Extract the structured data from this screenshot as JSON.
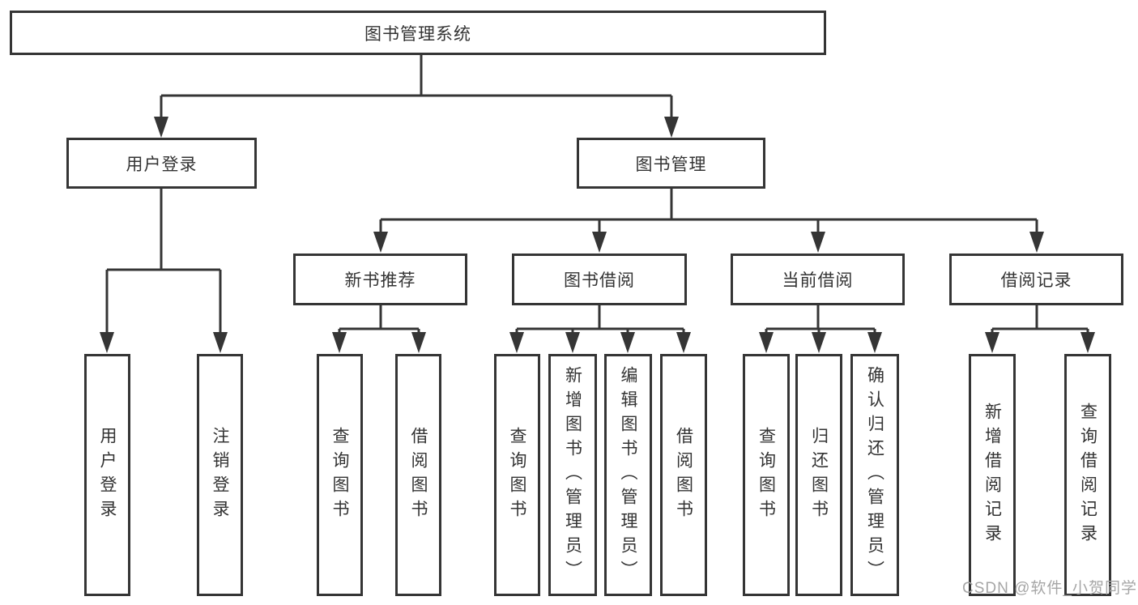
{
  "diagram_type": "hierarchy-tree",
  "nodes": {
    "root": {
      "label": "图书管理系统"
    },
    "user_login": {
      "label": "用户登录"
    },
    "book_mgmt": {
      "label": "图书管理"
    },
    "new_book_rec": {
      "label": "新书推荐"
    },
    "book_borrow": {
      "label": "图书借阅"
    },
    "current_borrow": {
      "label": "当前借阅"
    },
    "borrow_record": {
      "label": "借阅记录"
    },
    "leaves": {
      "login": "用户登录",
      "logout": "注销登录",
      "rec_query": "查询图书",
      "rec_borrow": "借阅图书",
      "bb_query": "查询图书",
      "bb_add": "新增图书（管理员）",
      "bb_edit": "编辑图书（管理员）",
      "bb_borrow": "借阅图书",
      "cb_query": "查询图书",
      "cb_return": "归还图书",
      "cb_confirm": "确认归还（管理员）",
      "br_add": "新增借阅记录",
      "br_query": "查询借阅记录"
    }
  },
  "edges": [
    [
      "root",
      "user_login"
    ],
    [
      "root",
      "book_mgmt"
    ],
    [
      "user_login",
      "login"
    ],
    [
      "user_login",
      "logout"
    ],
    [
      "book_mgmt",
      "new_book_rec"
    ],
    [
      "book_mgmt",
      "book_borrow"
    ],
    [
      "book_mgmt",
      "current_borrow"
    ],
    [
      "book_mgmt",
      "borrow_record"
    ],
    [
      "new_book_rec",
      "rec_query"
    ],
    [
      "new_book_rec",
      "rec_borrow"
    ],
    [
      "book_borrow",
      "bb_query"
    ],
    [
      "book_borrow",
      "bb_add"
    ],
    [
      "book_borrow",
      "bb_edit"
    ],
    [
      "book_borrow",
      "bb_borrow"
    ],
    [
      "current_borrow",
      "cb_query"
    ],
    [
      "current_borrow",
      "cb_return"
    ],
    [
      "current_borrow",
      "cb_confirm"
    ],
    [
      "borrow_record",
      "br_add"
    ],
    [
      "borrow_record",
      "br_query"
    ]
  ],
  "watermark": {
    "text": "CSDN @软件_小贺同学"
  },
  "colors": {
    "line": "#353535",
    "text": "#333333",
    "watermark": "#a6a6a6",
    "background": "#ffffff"
  }
}
